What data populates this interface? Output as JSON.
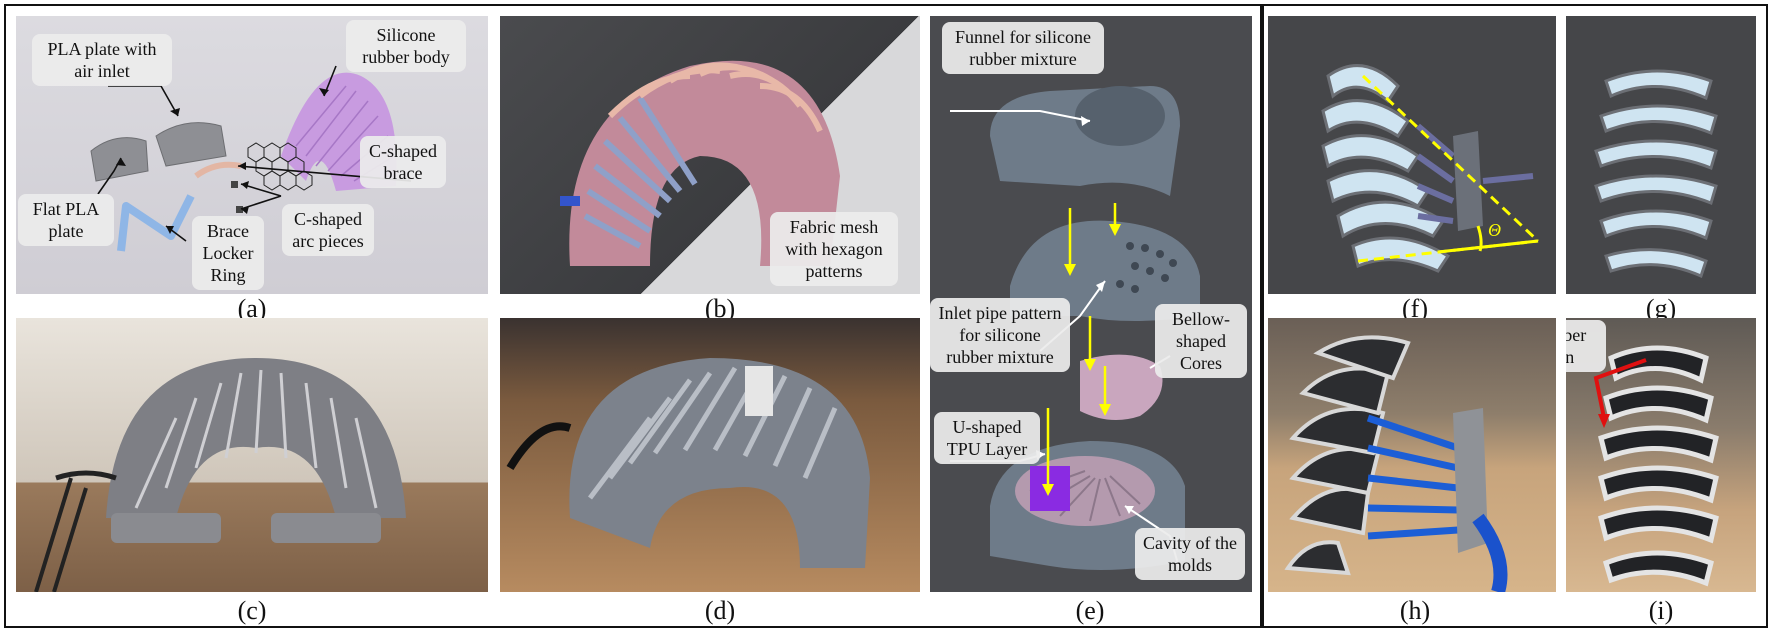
{
  "panel_labels": {
    "a": "(a)",
    "b": "(b)",
    "c": "(c)",
    "d": "(d)",
    "e": "(e)",
    "f": "(f)",
    "g": "(g)",
    "h": "(h)",
    "i": "(i)"
  },
  "callouts_a": {
    "pla_plate_air_inlet": "PLA plate with air inlet",
    "silicone_body": "Silicone rubber body",
    "c_shaped_brace": "C-shaped brace",
    "flat_pla_plate": "Flat PLA plate",
    "brace_locker_ring": "Brace Locker Ring",
    "c_shaped_arc_pieces": "C-shaped arc pieces"
  },
  "callouts_b": {
    "fabric_mesh": "Fabric mesh with hexagon patterns"
  },
  "callouts_e": {
    "funnel": "Funnel for silicone rubber mixture",
    "inlet_pipe": "Inlet pipe pattern for silicone rubber mixture",
    "bellow_cores": "Bellow-shaped Cores",
    "u_shaped_tpu": "U-shaped TPU Layer",
    "cavity": "Cavity of the molds"
  },
  "callouts_f": {
    "theta": "Θ"
  },
  "callouts_i": {
    "silicone_strip": "Silicone rubber strip pattern"
  },
  "colors": {
    "accent_yellow": "#ffff00",
    "arrow_red": "#e01010",
    "silicone_purple": "#c89be0",
    "tpu_purple": "#8a2be2"
  }
}
